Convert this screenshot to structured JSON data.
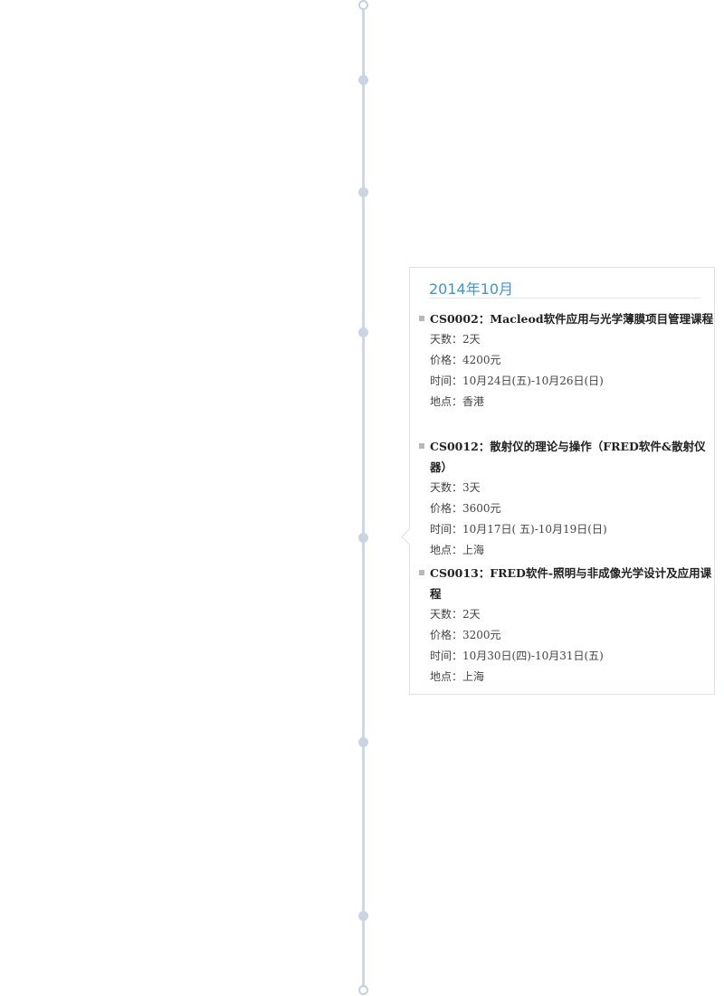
{
  "timeline": {
    "month_title": "2014年10月",
    "courses": [
      {
        "title": "CS0002：Macleod软件应用与光学薄膜项目管理课程",
        "days": "天数：2天",
        "price": "价格：4200元",
        "time": "时间：10月24日(五)-10月26日(日)",
        "place": "地点：香港"
      },
      {
        "title": "CS0012：散射仪的理论与操作（FRED软件&散射仪器）",
        "days": "天数：3天",
        "price": "价格：3600元",
        "time": "时间：10月17日( 五)-10月19日(日)",
        "place": "地点：上海"
      },
      {
        "title": "CS0013：FRED软件-照明与非成像光学设计及应用课程",
        "days": "天数：2天",
        "price": "价格：3200元",
        "time": "时间：10月30日(四)-10月31日(五)",
        "place": "地点：上海"
      }
    ]
  }
}
